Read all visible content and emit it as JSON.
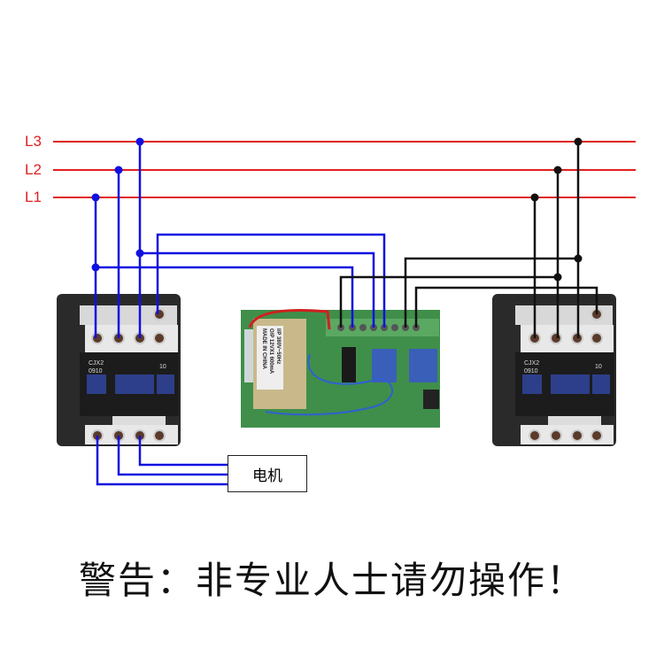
{
  "lines": [
    {
      "label": "L3"
    },
    {
      "label": "L2"
    },
    {
      "label": "L1"
    }
  ],
  "motor_label": "电机",
  "warning": "警告：非专业人士请勿操作！",
  "contactor": {
    "model": "CJX2",
    "code": "0910",
    "aux": "10"
  },
  "transformer": {
    "text1": "I/P 380V~50Hz",
    "text2": "O/P 12VX1 600mA",
    "text3": "MADE IN CHINA"
  },
  "colors": {
    "phase": "#e02020",
    "blue_wire": "#1010e0",
    "black_wire": "#111111"
  }
}
